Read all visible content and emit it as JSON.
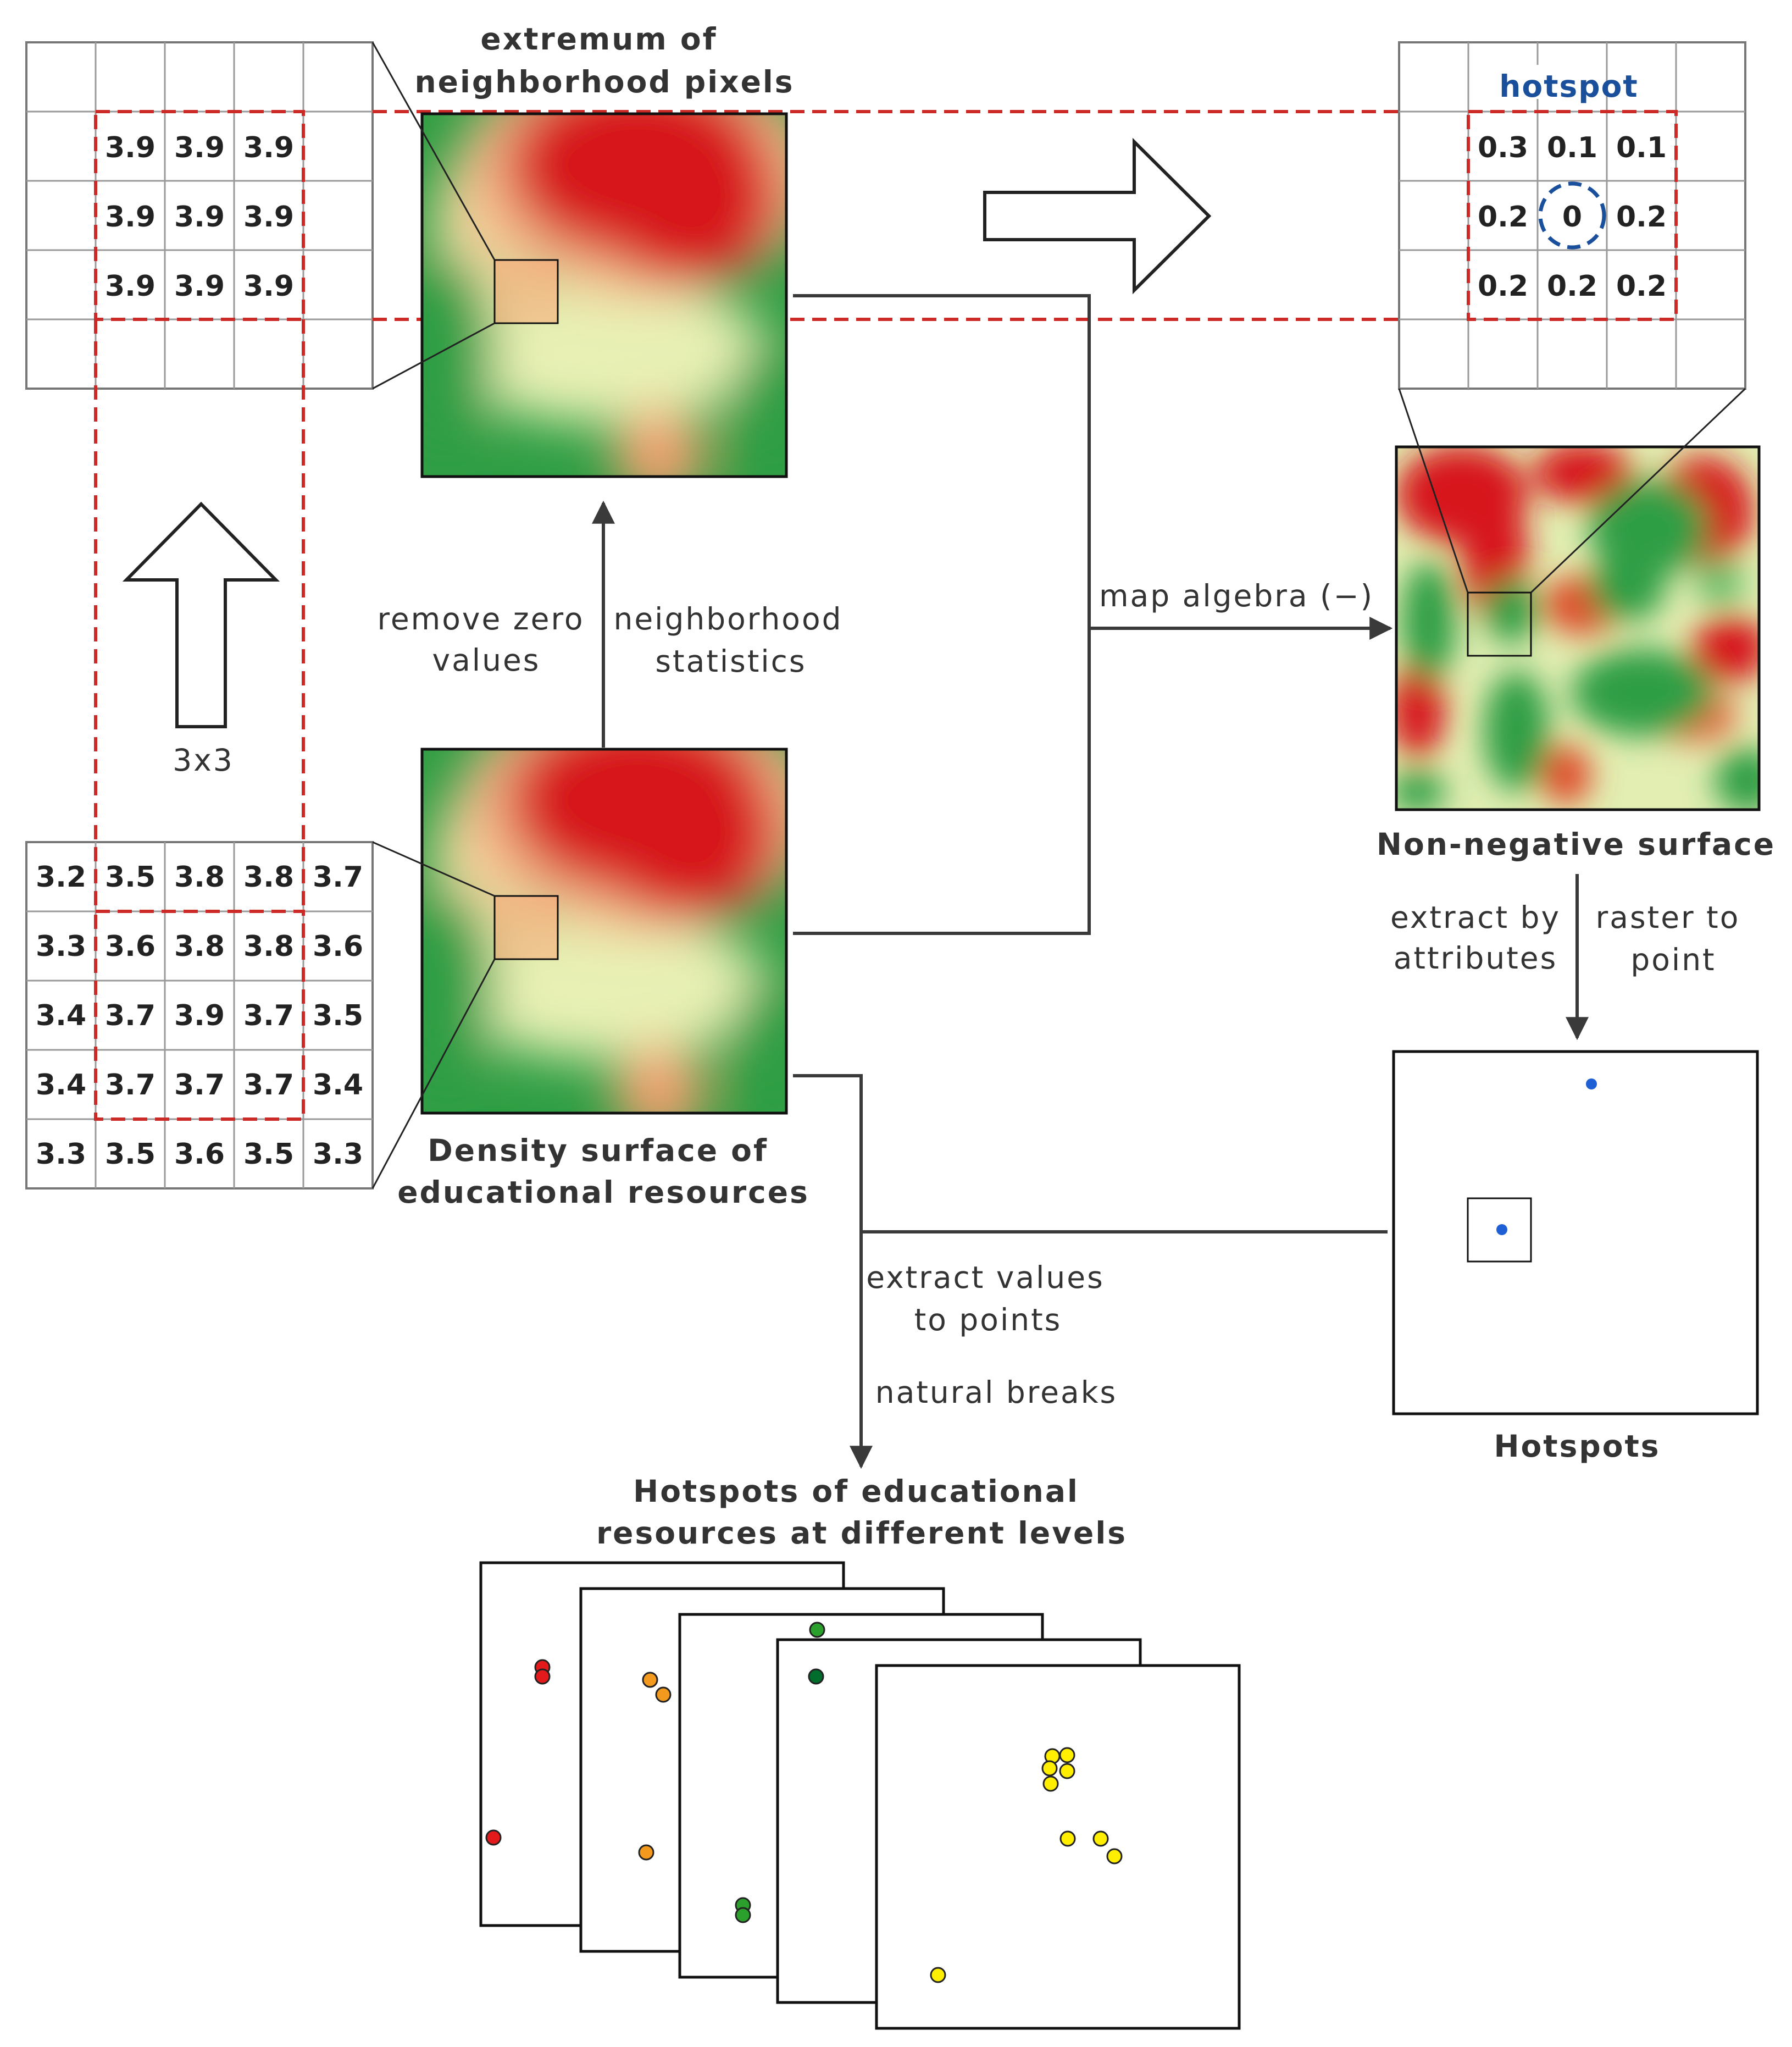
{
  "labels": {
    "extremum": [
      "extremum of",
      "neighborhood pixels"
    ],
    "hotspot": "hotspot",
    "remove_zero": [
      "remove zero",
      "values"
    ],
    "neighborhood_stats": [
      "neighborhood",
      "statistics"
    ],
    "map_algebra": "map algebra (−)",
    "window": "3x3",
    "non_negative": "Non-negative surface",
    "extract_attr": [
      "extract by",
      "attributes"
    ],
    "raster_point": [
      "raster to",
      "point"
    ],
    "density": [
      "Density surface of",
      "educational resources"
    ],
    "extract_values": [
      "extract values",
      "to points"
    ],
    "natural_breaks": "natural breaks",
    "hotspots": "Hotspots",
    "levels": [
      "Hotspots of educational",
      "resources at different levels"
    ]
  },
  "grids": {
    "extremum_rows": [
      [
        "3.9",
        "3.9",
        "3.9"
      ],
      [
        "3.9",
        "3.9",
        "3.9"
      ],
      [
        "3.9",
        "3.9",
        "3.9"
      ]
    ],
    "hotspot_rows": [
      [
        "0.3",
        "0.1",
        "0.1"
      ],
      [
        "0.2",
        "0",
        "0.2"
      ],
      [
        "0.2",
        "0.2",
        "0.2"
      ]
    ],
    "density_rows": [
      [
        "3.2",
        "3.5",
        "3.8",
        "3.8",
        "3.7"
      ],
      [
        "3.3",
        "3.6",
        "3.8",
        "3.8",
        "3.6"
      ],
      [
        "3.4",
        "3.7",
        "3.9",
        "3.7",
        "3.5"
      ],
      [
        "3.4",
        "3.7",
        "3.7",
        "3.7",
        "3.4"
      ],
      [
        "3.3",
        "3.5",
        "3.6",
        "3.5",
        "3.3"
      ]
    ]
  },
  "colors": {
    "high": "#d7191c",
    "mid": "#ffffbf",
    "low": "#1a9641",
    "window_dash": "#cc2a26",
    "hotspot_text": "#1a4f9c",
    "hotspot_point": "#1f5fd6",
    "level_colors": [
      "#e31a1c",
      "#f39a1e",
      "#2ca02c",
      "#006d2c",
      "#ffee00"
    ]
  }
}
